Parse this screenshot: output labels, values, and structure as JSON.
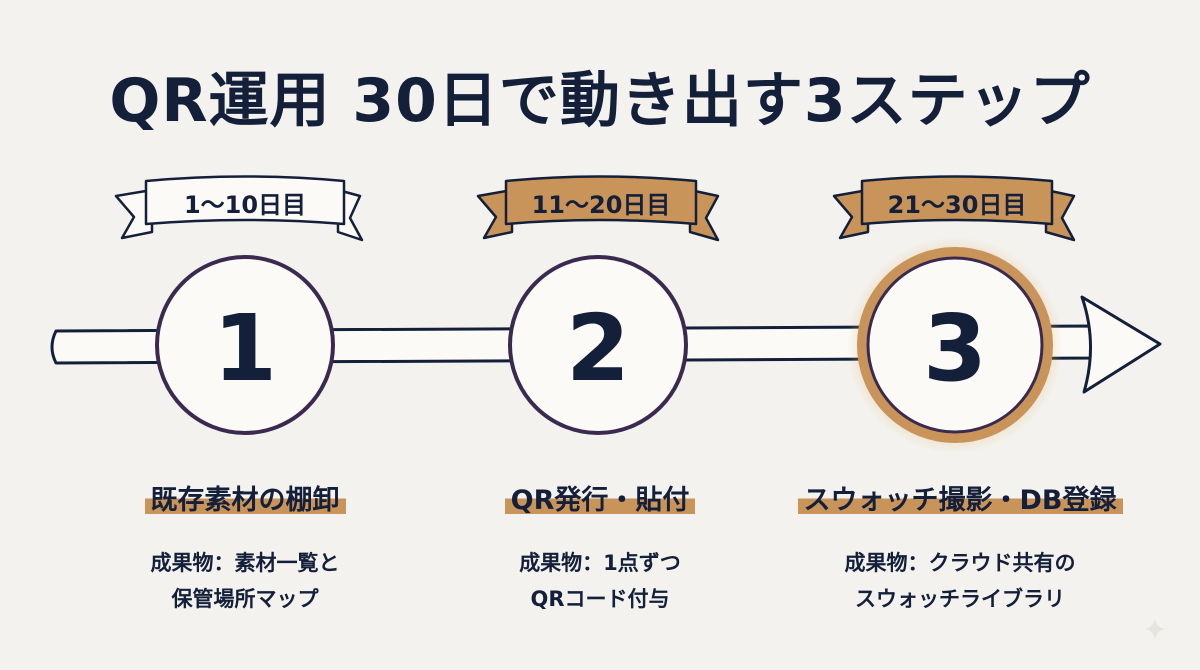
{
  "title": "QR運用 30日で動き出す3ステップ",
  "colors": {
    "background": "#f3f2ee",
    "navy": "#14203a",
    "purple": "#3b2a4f",
    "gold": "#c9945a",
    "glow": "#e3b779"
  },
  "steps": [
    {
      "number": "1",
      "period": "1〜10日目",
      "title": "既存素材の棚卸",
      "deliverable_line1": "成果物：素材一覧と",
      "deliverable_line2": "保管場所マップ"
    },
    {
      "number": "2",
      "period": "11〜20日目",
      "title": "QR発行・貼付",
      "deliverable_line1": "成果物：1点ずつ",
      "deliverable_line2": "QRコード付与"
    },
    {
      "number": "3",
      "period": "21〜30日目",
      "title": "スウォッチ撮影・DB登録",
      "deliverable_line1": "成果物：クラウド共有の",
      "deliverable_line2": "スウォッチライブラリ"
    }
  ]
}
